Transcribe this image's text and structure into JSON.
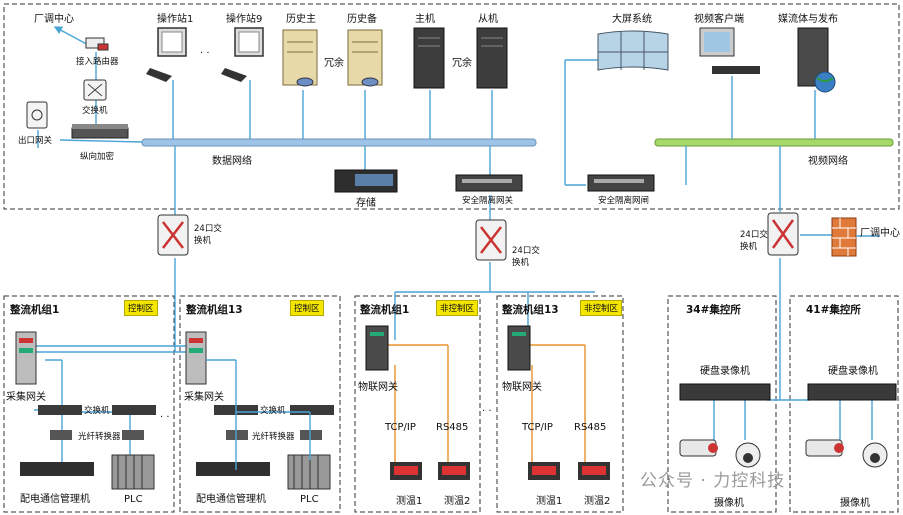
{
  "top": {
    "factory_center": "厂调中心",
    "access_router": "接入路由器",
    "switch": "交换机",
    "exit_gateway": "出口网关",
    "vertical_encryption": "纵向加密",
    "op_station_1": "操作站1",
    "dots": "· ·",
    "op_station_9": "操作站9",
    "hist_main": "历史主",
    "hist_backup": "历史备",
    "redundant": "冗余",
    "host": "主机",
    "slave": "从机",
    "big_screen": "大屏系统",
    "video_client": "视频客户端",
    "streaming": "媒流体与发布",
    "data_network": "数据网络",
    "video_network": "视频网络",
    "storage": "存储",
    "security_gateway_1": "安全隔离网关",
    "security_gateway_2": "安全隔离网闸"
  },
  "switch_24": "24口交换机",
  "factory_center_right": "厂调中心",
  "groups": {
    "g1": {
      "title": "整流机组1",
      "zone": "控制区"
    },
    "g13": {
      "title": "整流机组13",
      "zone": "控制区"
    },
    "n1": {
      "title": "整流机组1",
      "zone": "非控制区"
    },
    "n13": {
      "title": "整流机组13",
      "zone": "非控制区"
    },
    "c34": {
      "title": "34#集控所"
    },
    "c41": {
      "title": "41#集控所"
    }
  },
  "labels": {
    "collect_gateway": "采集网关",
    "switch": "交换机",
    "fiber_converter": "光纤转换器",
    "power_comm_mgr": "配电通信管理机",
    "plc": "PLC",
    "iot_gateway": "物联网关",
    "tcpip": "TCP/IP",
    "rs485": "RS485",
    "temp1": "测温1",
    "temp2": "测温2",
    "nvr": "硬盘录像机",
    "camera": "摄像机",
    "dots": "· ·"
  },
  "watermark": "公众号 · 力控科技",
  "colors": {
    "data_bus": "#9ec3e6",
    "video_bus": "#a6d96a",
    "link": "#4aa3d6",
    "orange": "#e8922d",
    "zone_tag": "#f5e600"
  }
}
